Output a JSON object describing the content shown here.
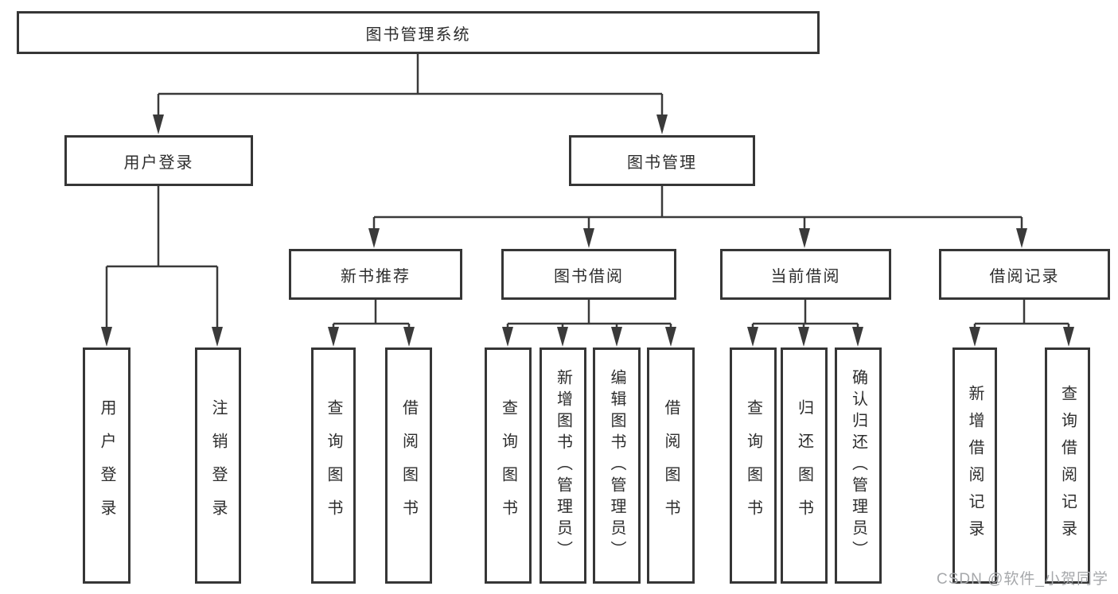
{
  "colors": {
    "line": "#3a3a3a",
    "box_border": "#363636",
    "text": "#2d2d2d",
    "watermark": "#a6a8ab",
    "background": "#ffffff"
  },
  "watermark": "CSDN @软件_小贺同学",
  "tree": {
    "root": {
      "label": "图书管理系统",
      "children": [
        {
          "label": "用户登录",
          "children": [
            {
              "label": "用户登录"
            },
            {
              "label": "注销登录"
            }
          ]
        },
        {
          "label": "图书管理",
          "children": [
            {
              "label": "新书推荐",
              "children": [
                {
                  "label": "查询图书"
                },
                {
                  "label": "借阅图书"
                }
              ]
            },
            {
              "label": "图书借阅",
              "children": [
                {
                  "label": "查询图书"
                },
                {
                  "label": "新增图书（管理员）"
                },
                {
                  "label": "编辑图书（管理员）"
                },
                {
                  "label": "借阅图书"
                }
              ]
            },
            {
              "label": "当前借阅",
              "children": [
                {
                  "label": "查询图书"
                },
                {
                  "label": "归还图书"
                },
                {
                  "label": "确认归还（管理员）"
                }
              ]
            },
            {
              "label": "借阅记录",
              "children": [
                {
                  "label": "新增借阅记录"
                },
                {
                  "label": "查询借阅记录"
                }
              ]
            }
          ]
        }
      ]
    }
  }
}
